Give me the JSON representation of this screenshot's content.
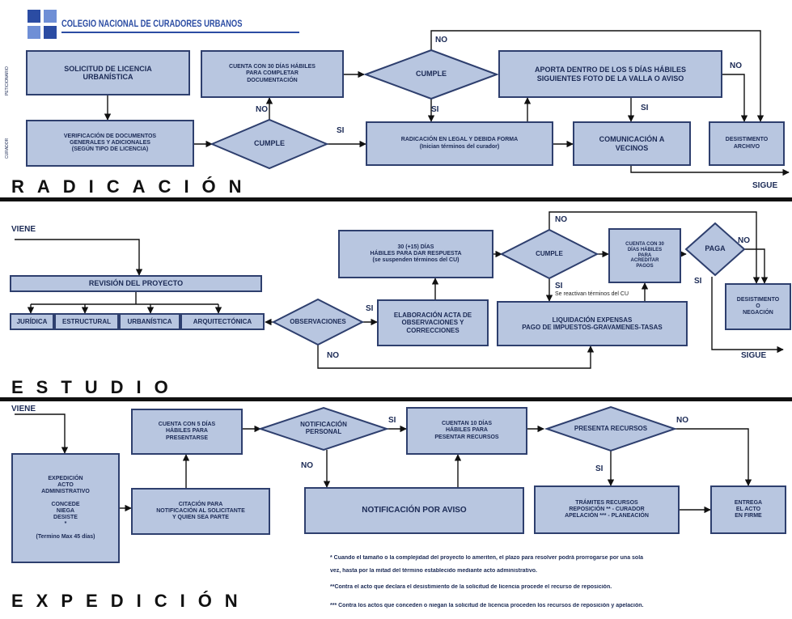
{
  "header": {
    "org_name": "COLEGIO NACIONAL DE CURADORES URBANOS",
    "logo_colors": [
      "#2b4ca3",
      "#6f8fd6"
    ]
  },
  "side_labels": {
    "peticionario": "PETICIONARIO",
    "curador": "CURADOR"
  },
  "sections": {
    "radicacion": "RADICACIÓN",
    "estudio": "ESTUDIO",
    "expedicion": "EXPEDICIÓN"
  },
  "radicacion": {
    "solicitud": "SOLICITUD DE LICENCIA\nURBANÍSTICA",
    "verificacion": "VERIFICACIÓN DE DOCUMENTOS\nGENERALES Y ADICIONALES\n(SEGÚN TIPO DE LICENCIA)",
    "cumple1": "CUMPLE",
    "cuenta30": "CUENTA CON 30 DÍAS HÁBILES\nPARA COMPLETAR\nDOCUMENTACIÓN",
    "cumple2": "CUMPLE",
    "radicacion_legal": "RADICACIÓN EN LEGAL Y DEBIDA FORMA\n(Inician términos del curador)",
    "aporta": "APORTA DENTRO DE LOS 5 DÍAS HÁBILES\nSIGUIENTES FOTO DE LA VALLA O AVISO",
    "comunicacion": "COMUNICACIÓN A\nVECINOS",
    "desistimiento": "DESISTIMENTO\nARCHIVO",
    "no_a": "NO",
    "si_a": "SI",
    "no_b": "NO",
    "si_b": "SI",
    "no_c": "NO",
    "si_c": "SI",
    "sigue": "SIGUE"
  },
  "estudio": {
    "viene": "VIENE",
    "revision": "REVISIÓN DEL PROYECTO",
    "sub": [
      "JURÍDICA",
      "ESTRUCTURAL",
      "URBANÍSTICA",
      "ARQUITECTÓNICA"
    ],
    "observaciones": "OBSERVACIONES",
    "elaboracion": "ELABORACIÓN ACTA DE\nOBSERVACIONES Y\nCORRECCIONES",
    "dias30": "30 (+15) DÍAS\nHÁBILES PARA DAR RESPUESTA\n(se suspenden términos del CU)",
    "cumple": "CUMPLE",
    "cuenta30": "CUENTA CON 30\nDÍAS HÁBILES\nPARA\nACREDITAR\nPAGOS",
    "paga": "PAGA",
    "liquidacion": "LIQUIDACIÓN EXPENSAS\nPAGO DE IMPUESTOS-GRAVAMENES-TASAS",
    "desistimiento": "DESISTIMENTO\nO\nNEGACIÓN",
    "reactivan": "Se reactivan términos del CU",
    "si_obs": "SI",
    "no_obs": "NO",
    "no_cumple": "NO",
    "si_cumple": "SI",
    "no_paga": "NO",
    "si_paga": "SI",
    "sigue": "SIGUE"
  },
  "expedicion": {
    "viene": "VIENE",
    "expedicion_acto": "EXPEDICIÓN\nACTO\nADMINISTRATIVO\n\nCONCEDE\nNIEGA\nDESISTE\n*\n\n(Termino Max 45 días)",
    "citacion": "CITACIÓN PARA\nNOTIFICACIÓN AL SOLICITANTE\nY QUIEN SEA PARTE",
    "cuenta5": "CUENTA CON 5 DÍAS\nHÁBILES PARA\nPRESENTARSE",
    "notificacion_personal": "NOTIFICACIÓN\nPERSONAL",
    "notificacion_aviso": "NOTIFICACIÓN POR AVISO",
    "cuentan10": "CUENTAN 10 DÍAS\nHÁBILES PARA\nPESENTAR RECURSOS",
    "presenta": "PRESENTA RECURSOS",
    "tramites": "TRÁMITES RECURSOS\nREPOSICIÓN ** - CURADOR\nAPELACIÓN *** - PLANEACIÓN",
    "entrega": "ENTREGA\nEL ACTO\nEN FIRME",
    "si_np": "SI",
    "no_np": "NO",
    "no_pr": "NO",
    "si_pr": "SI"
  },
  "notes": [
    "* Cuando el tamaño o la complejidad del proyecto lo ameriten, el plazo para resolver podrá prorrogarse por una sola",
    "vez, hasta por la mitad del término establecido mediante acto administrativo.",
    "**Contra el acto que declara el desistimiento de la solicitud de licencia procede el recurso de reposición.",
    "*** Contra los actos que conceden o niegan la solicitud de licencia proceden los recursos de reposición y apelación."
  ],
  "colors": {
    "box_fill": "#b8c6e0",
    "box_border": "#2e3f6e",
    "text": "#1b2a55"
  }
}
